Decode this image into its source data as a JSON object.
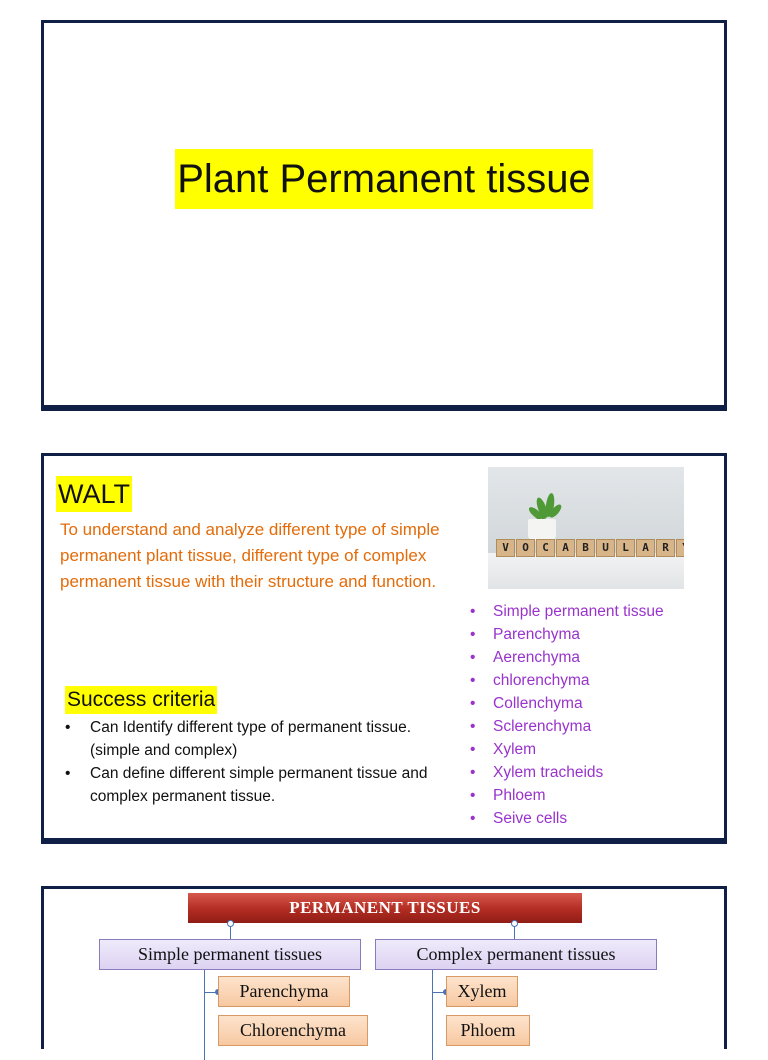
{
  "slide1": {
    "title": "Plant Permanent tissue"
  },
  "slide2": {
    "walt_heading": "WALT",
    "walt_text": "To understand and analyze different type of simple permanent plant tissue, different type of complex permanent tissue with their structure and function.",
    "success_heading": "Success criteria",
    "success_items": [
      "Can Identify different type of permanent tissue.(simple and complex)",
      "Can define different simple permanent tissue and complex permanent tissue."
    ],
    "vocab_image_word": "VOCABULARY",
    "vocab_items": [
      "Simple permanent tissue",
      "Parenchyma",
      "Aerenchyma",
      "chlorenchyma",
      "Collenchyma",
      "Sclerenchyma",
      "Xylem",
      "Xylem tracheids",
      "Phloem",
      "Seive cells"
    ]
  },
  "slide3": {
    "heading": "PERMANENT TISSUES",
    "simple_label": "Simple permanent tissues",
    "complex_label": "Complex permanent tissues",
    "simple_children": [
      "Parenchyma",
      "Chlorenchyma"
    ],
    "complex_children": [
      "Xylem",
      "Phloem"
    ]
  },
  "colors": {
    "highlight": "#ffff00",
    "walt_text": "#e36c0a",
    "vocab_text": "#9933cc",
    "slide_border": "#0f1f45",
    "header_red": "#b22c22",
    "connector_blue": "#4a74b4"
  }
}
